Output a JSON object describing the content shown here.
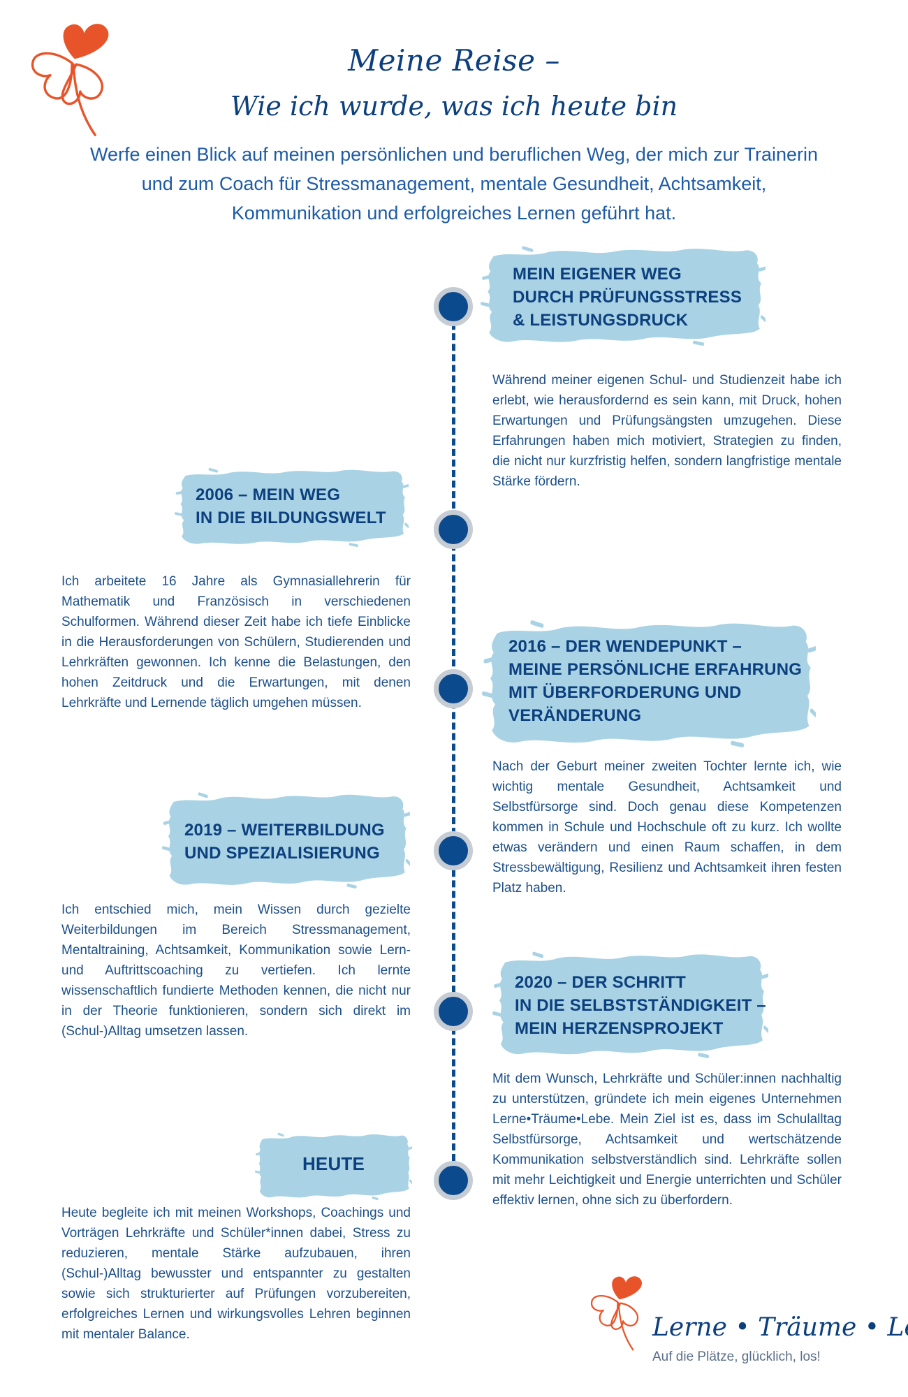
{
  "header": {
    "title_line1": "Meine Reise –",
    "title_line2": "Wie ich wurde, was ich heute bin",
    "intro": "Werfe einen Blick auf meinen persönlichen und beruflichen Weg, der mich zur Trainerin und zum Coach für Stressmanagement, mentale Gesundheit, Achtsamkeit, Kommunikation und erfolgreiches Lernen geführt hat."
  },
  "colors": {
    "accent": "#e8542a",
    "navy": "#0c3f7e",
    "brush": "#a9d3e4",
    "node_ring": "#c6ccd3"
  },
  "icons": {
    "top_logo": "clover-heart-icon",
    "bottom_logo": "clover-heart-icon",
    "timeline_marker": "timeline-dot-icon"
  },
  "timeline": [
    {
      "heading": [
        "MEIN EIGENER WEG",
        "DURCH PRÜFUNGSSTRESS",
        "& LEISTUNGSDRUCK"
      ],
      "text": "Während meiner eigenen Schul- und Studienzeit habe ich erlebt, wie herausfordernd es sein kann, mit Druck, hohen Erwartungen und Prüfungsängsten umzugehen. Diese Erfahrungen haben mich motiviert, Strategien zu finden, die nicht nur kurzfristig helfen, sondern langfristige mentale Stärke fördern."
    },
    {
      "heading": [
        "2006 – MEIN WEG",
        "IN DIE BILDUNGSWELT"
      ],
      "text": "Ich arbeitete 16 Jahre als Gymnasiallehrerin für Mathematik und Französisch in verschiedenen Schulformen. Während dieser Zeit habe ich tiefe Einblicke in die Herausforderungen von Schülern, Studierenden und Lehrkräften gewonnen. Ich kenne die Belastungen, den hohen Zeitdruck und die Erwartungen, mit denen Lehrkräfte und Lernende täglich umgehen müssen."
    },
    {
      "heading": [
        "2016 – DER WENDEPUNKT –",
        "MEINE PERSÖNLICHE ERFAHRUNG",
        "MIT ÜBERFORDERUNG UND",
        "VERÄNDERUNG"
      ],
      "text": "Nach der Geburt meiner zweiten Tochter lernte ich, wie wichtig mentale Gesundheit, Achtsamkeit und Selbstfürsorge sind. Doch genau diese Kompetenzen kommen in Schule und Hochschule oft zu kurz. Ich wollte etwas verändern und einen Raum schaffen, in dem Stressbewältigung, Resilienz und Achtsamkeit ihren festen Platz haben."
    },
    {
      "heading": [
        "2019 – WEITERBILDUNG",
        "UND SPEZIALISIERUNG"
      ],
      "text": "Ich entschied mich, mein Wissen durch gezielte Weiterbildungen im Bereich Stressmanagement, Mentaltraining, Achtsamkeit, Kommunikation sowie Lern- und Auftrittscoaching zu vertiefen. Ich lernte wissenschaftlich fundierte Methoden kennen, die nicht nur in der Theorie funktionieren, sondern sich direkt im (Schul-)Alltag umsetzen lassen."
    },
    {
      "heading": [
        "2020 – DER SCHRITT",
        "IN DIE SELBSTSTÄNDIGKEIT –",
        "MEIN HERZENSPROJEKT"
      ],
      "text": "Mit dem Wunsch, Lehrkräfte und Schüler:innen nachhaltig zu unterstützen, gründete ich mein eigenes Unternehmen Lerne•Träume•Lebe. Mein Ziel ist es, dass im Schulalltag Selbstfürsorge, Achtsamkeit und wertschätzende Kommunikation selbstverständlich sind. Lehrkräfte sollen mit mehr Leichtigkeit und Energie unterrichten und Schüler effektiv lernen, ohne sich zu überfordern."
    },
    {
      "heading": [
        "HEUTE"
      ],
      "text": "Heute begleite ich mit meinen Workshops, Coachings und Vorträgen Lehrkräfte und Schüler*innen dabei, Stress zu reduzieren, mentale Stärke aufzubauen, ihren (Schul-)Alltag bewusster und entspannter zu gestalten sowie sich strukturierter auf Prüfungen vorzubereiten, erfolgreiches Lernen und wirkungsvolles Lehren beginnen mit mentaler Balance."
    }
  ],
  "brand": {
    "name": "Lerne • Träume • Lebe",
    "tagline": "Auf die Plätze, glücklich, los!"
  }
}
